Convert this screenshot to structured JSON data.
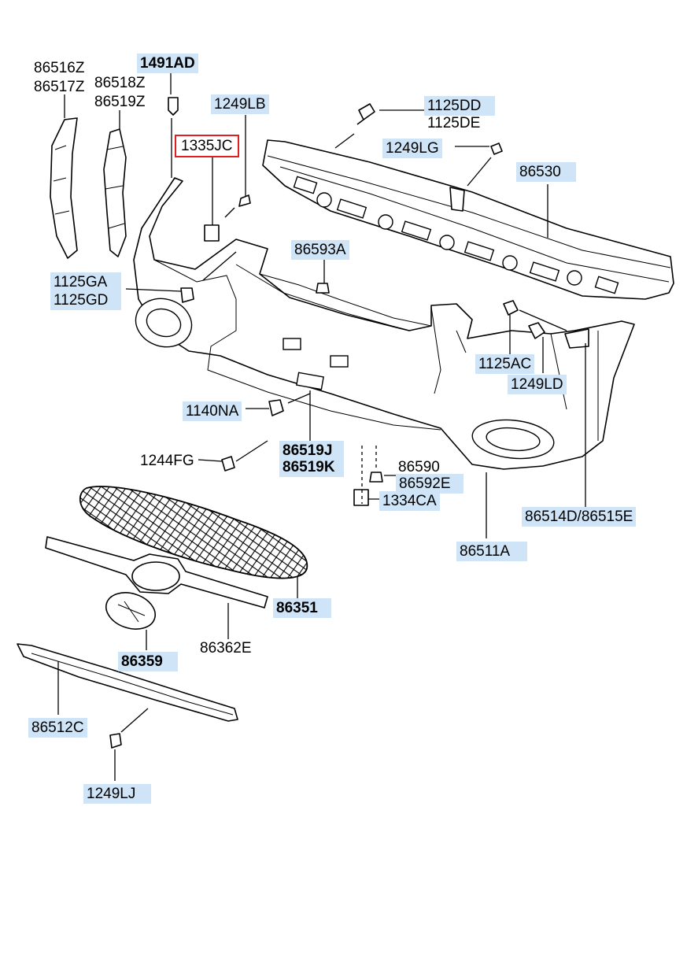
{
  "labels": {
    "l86516z": "86516Z",
    "l86517z": "86517Z",
    "l86518z": "86518Z",
    "l86519z": "86519Z",
    "l1491ad": "1491AD",
    "l1249lb": "1249LB",
    "l1335jc": "1335JC",
    "l1125dd": "1125DD",
    "l1125de": "1125DE",
    "l1249lg": "1249LG",
    "l86530": "86530",
    "l86593a": "86593A",
    "l1125ga": "1125GA",
    "l1125gd": "1125GD",
    "l1125ac": "1125AC",
    "l1249ld": "1249LD",
    "l1140na": "1140NA",
    "l86519j": "86519J",
    "l86519k": "86519K",
    "l1244fg": "1244FG",
    "l86590": "86590",
    "l86592e": "86592E",
    "l1334ca": "1334CA",
    "l86514d": "86514D/86515E",
    "l86511a": "86511A",
    "l86351": "86351",
    "l86362e": "86362E",
    "l86359": "86359",
    "l86512c": "86512C",
    "l1249lj": "1249LJ"
  },
  "colors": {
    "highlight": "#cfe5f7",
    "selected_border": "#e02020",
    "line": "#000000"
  }
}
